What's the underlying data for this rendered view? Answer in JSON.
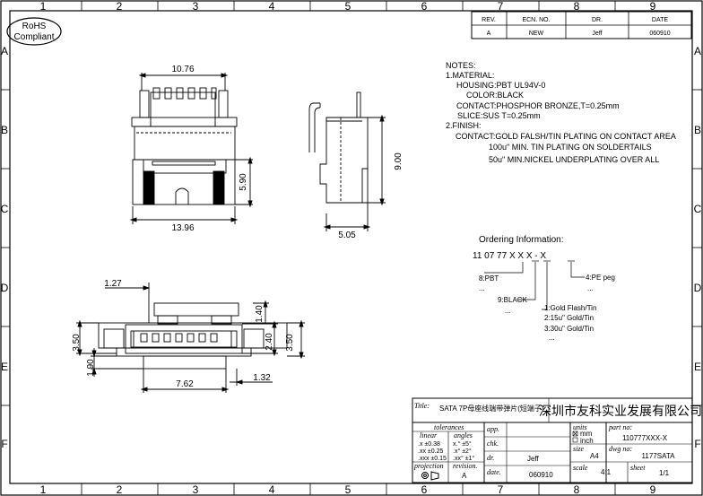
{
  "zones": {
    "cols": [
      "1",
      "2",
      "3",
      "4",
      "5",
      "6",
      "7",
      "8",
      "9"
    ],
    "rows": [
      "A",
      "B",
      "C",
      "D",
      "E",
      "F"
    ]
  },
  "rohs": {
    "line1": "RoHS",
    "line2": "Compliant"
  },
  "revision": {
    "headers": [
      "REV.",
      "ECN. NO.",
      "DR.",
      "DATE"
    ],
    "row": [
      "A",
      "NEW",
      "Jeff",
      "060910"
    ]
  },
  "notes": [
    "NOTES:",
    "1.MATERIAL:",
    "HOUSING:PBT UL94V-0",
    "COLOR:BLACK",
    "CONTACT:PHOSPHOR BRONZE,T=0.25mm",
    "SLICE:SUS T=0.25mm",
    "2.FINISH:",
    "CONTACT:GOLD FALSH/TIN PLATING ON CONTACT AREA",
    "100u\" MIN. TIN PLATING ON SOLDERTAILS",
    "50u\" MIN.NICKEL UNDERPLATING OVER ALL"
  ],
  "ordering": {
    "title": "Ordering Information:",
    "code": "11 07 77 X X X - X",
    "ellipsis": "...",
    "options": [
      "8:PBT",
      "4:PE peg",
      "9:BLACK",
      "1:Gold Flash/Tin",
      "2:15u\" Gold/Tin",
      "3:30u\" Gold/Tin"
    ]
  },
  "dimensions": {
    "front_width": "10.76",
    "front_base": "13.96",
    "front_height": "5.90",
    "side_depth": "5.05",
    "side_height": "9.00",
    "pitch_offset": "1.27",
    "top_step": "1.40",
    "inner_height": "2.40",
    "right_height": "3.50",
    "left_height": "3.50",
    "peg_height": "1.90",
    "pin_span": "7.62",
    "edge_offset": "1.32"
  },
  "title_block": {
    "title_label": "Title:",
    "title": "SATA 7P母座线端带弹片(短端子)",
    "company": "深圳市友科实业发展有限公司",
    "tolerances_label": "tolerances",
    "linear_label": "linear",
    "angles_label": "angles",
    "linear": [
      ".x  ±0.38",
      ".xx  ±0.25",
      ".xxx  ±0.15"
    ],
    "angles": [
      "x.°  ±5°",
      ".x°  ±2°",
      ".xx°  ±1°"
    ],
    "projection_label": "projection",
    "revision_label": "revision.",
    "revision": "A",
    "app_label": "app.",
    "chk_label": "chk.",
    "dr_label": "dr.",
    "drawn_by": "Jeff",
    "date_label": "date.",
    "date": "060910",
    "units_label": "units",
    "units": [
      "mm",
      "inch"
    ],
    "part_no_label": "part no:",
    "part_no": "110777XXX-X",
    "size_label": "size",
    "size": "A4",
    "dwg_no_label": "dwg no:",
    "dwg_no": "1177SATA",
    "scale_label": "scale",
    "scale": "4:1",
    "sheet_label": "sheet",
    "sheet": "1/1"
  }
}
